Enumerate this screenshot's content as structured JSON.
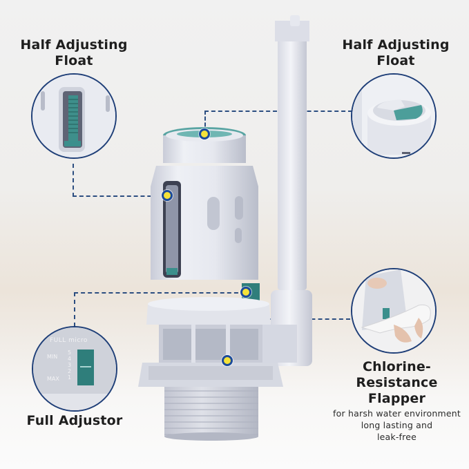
{
  "colors": {
    "accent_teal": "#3b8f8c",
    "callout_border": "#1f3f78",
    "dot_fill": "#f4e23a",
    "dot_ring": "#1c4b9a",
    "dash_line": "#2b4d80",
    "plastic": "#e2e4ea"
  },
  "callouts": [
    {
      "id": "half-adjusting-float-left",
      "title_line1": "Half Adjusting",
      "title_line2": "Float",
      "icon": "float-window-closeup"
    },
    {
      "id": "half-adjusting-float-right",
      "title_line1": "Half Adjusting",
      "title_line2": "Float",
      "icon": "float-top-button-closeup"
    },
    {
      "id": "full-adjustor",
      "title_line1": "Full Adjustor",
      "icon": "full-adjustor-closeup",
      "scale": {
        "header": "FULL micro",
        "min_label": "MIN",
        "max_label": "MAX",
        "ticks": [
          "5",
          "4",
          "3",
          "2",
          "1"
        ]
      }
    },
    {
      "id": "chlorine-resistance-flapper",
      "title_line1": "Chlorine-Resistance",
      "title_line2": "Flapper",
      "desc_line1": "for harsh water environment",
      "desc_line2": "long lasting and",
      "desc_line3": "leak-free",
      "icon": "flapper-closeup"
    }
  ]
}
